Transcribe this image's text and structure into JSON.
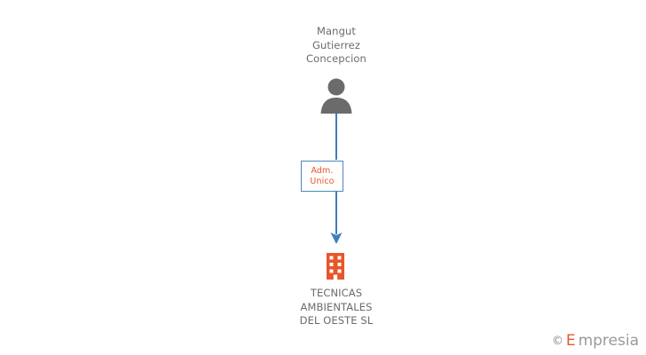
{
  "diagram": {
    "type": "org-chart",
    "person": {
      "name_lines": [
        "Mangut",
        "Gutierrez",
        "Concepcion"
      ],
      "icon": "person-icon",
      "icon_color": "#6b6b6b"
    },
    "relationship": {
      "label_lines": [
        "Adm.",
        "Unico"
      ],
      "text_color": "#e8562a",
      "border_color": "#4a86c5"
    },
    "connector": {
      "color": "#3d7ebd",
      "direction": "person-to-company"
    },
    "company": {
      "name_lines": [
        "TECNICAS",
        "AMBIENTALES",
        "DEL OESTE SL"
      ],
      "icon": "building-icon",
      "icon_color": "#e8562a"
    }
  },
  "watermark": {
    "copyright": "©",
    "brand_first": "E",
    "brand_rest": "mpresia"
  }
}
